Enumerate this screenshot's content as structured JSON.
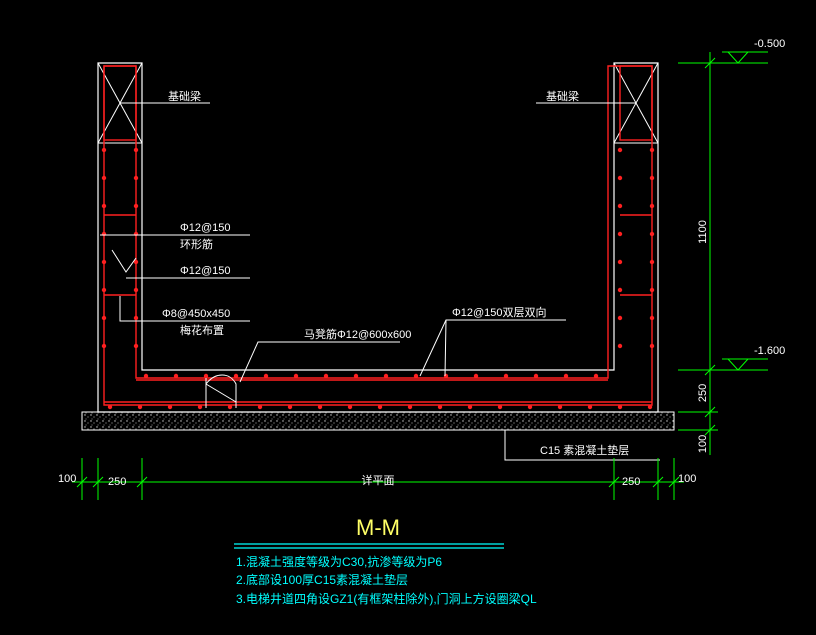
{
  "labels": {
    "beam_left": "基础梁",
    "beam_right": "基础梁",
    "ring_rebar_spec": "Φ12@150",
    "ring_rebar_name": "环形筋",
    "vertical_rebar_spec": "Φ12@150",
    "plum_spec": "Φ8@450x450",
    "plum_name": "梅花布置",
    "chair_rebar": "马凳筋Φ12@600x600",
    "bottom_rebar": "Φ12@150双层双向",
    "cushion": "C15 素混凝土垫层"
  },
  "elevations": {
    "top": "-0.500",
    "bottom": "-1.600"
  },
  "dimensions": {
    "right_height": "1100",
    "right_slab": "250",
    "right_cushion": "100",
    "bottom_left_outer": "100",
    "bottom_left_wall": "250",
    "bottom_middle": "详平面",
    "bottom_right_wall": "250",
    "bottom_right_outer": "100"
  },
  "title": "M-M",
  "notes": [
    "1.混凝土强度等级为C30,抗渗等级为P6",
    "2.底部设100厚C15素混凝土垫层",
    "3.电梯井道四角设GZ1(有框架柱除外),门洞上方设圈梁QL"
  ],
  "colors": {
    "background": "#000000",
    "concrete_outline": "#ffffff",
    "rebar": "#ff2020",
    "dimension": "#00ff00",
    "notes": "#00ffff",
    "title": "#ffff66"
  }
}
